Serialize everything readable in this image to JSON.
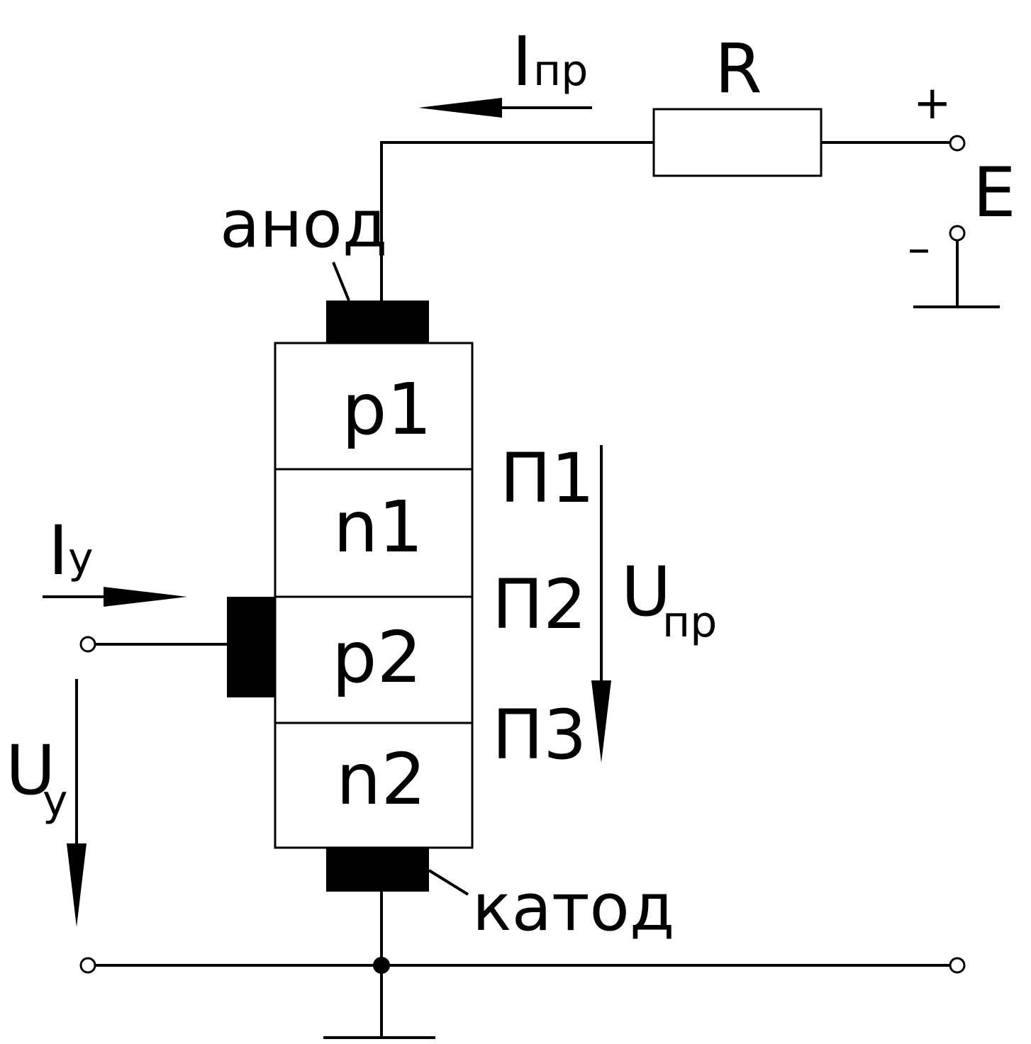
{
  "labels": {
    "forward_current": "I",
    "forward_current_sub": "пр",
    "resistor": "R",
    "plus": "+",
    "minus": "–",
    "source": "E",
    "anode": "анод",
    "cathode": "катод",
    "control_current": "I",
    "control_current_sub": "у",
    "control_voltage": "U",
    "control_voltage_sub": "у",
    "forward_voltage": "U",
    "forward_voltage_sub": "пр"
  },
  "layers": [
    {
      "label": "p1"
    },
    {
      "label": "n1"
    },
    {
      "label": "p2"
    },
    {
      "label": "n2"
    }
  ],
  "junctions": [
    {
      "label": "П1"
    },
    {
      "label": "П2"
    },
    {
      "label": "П3"
    }
  ]
}
